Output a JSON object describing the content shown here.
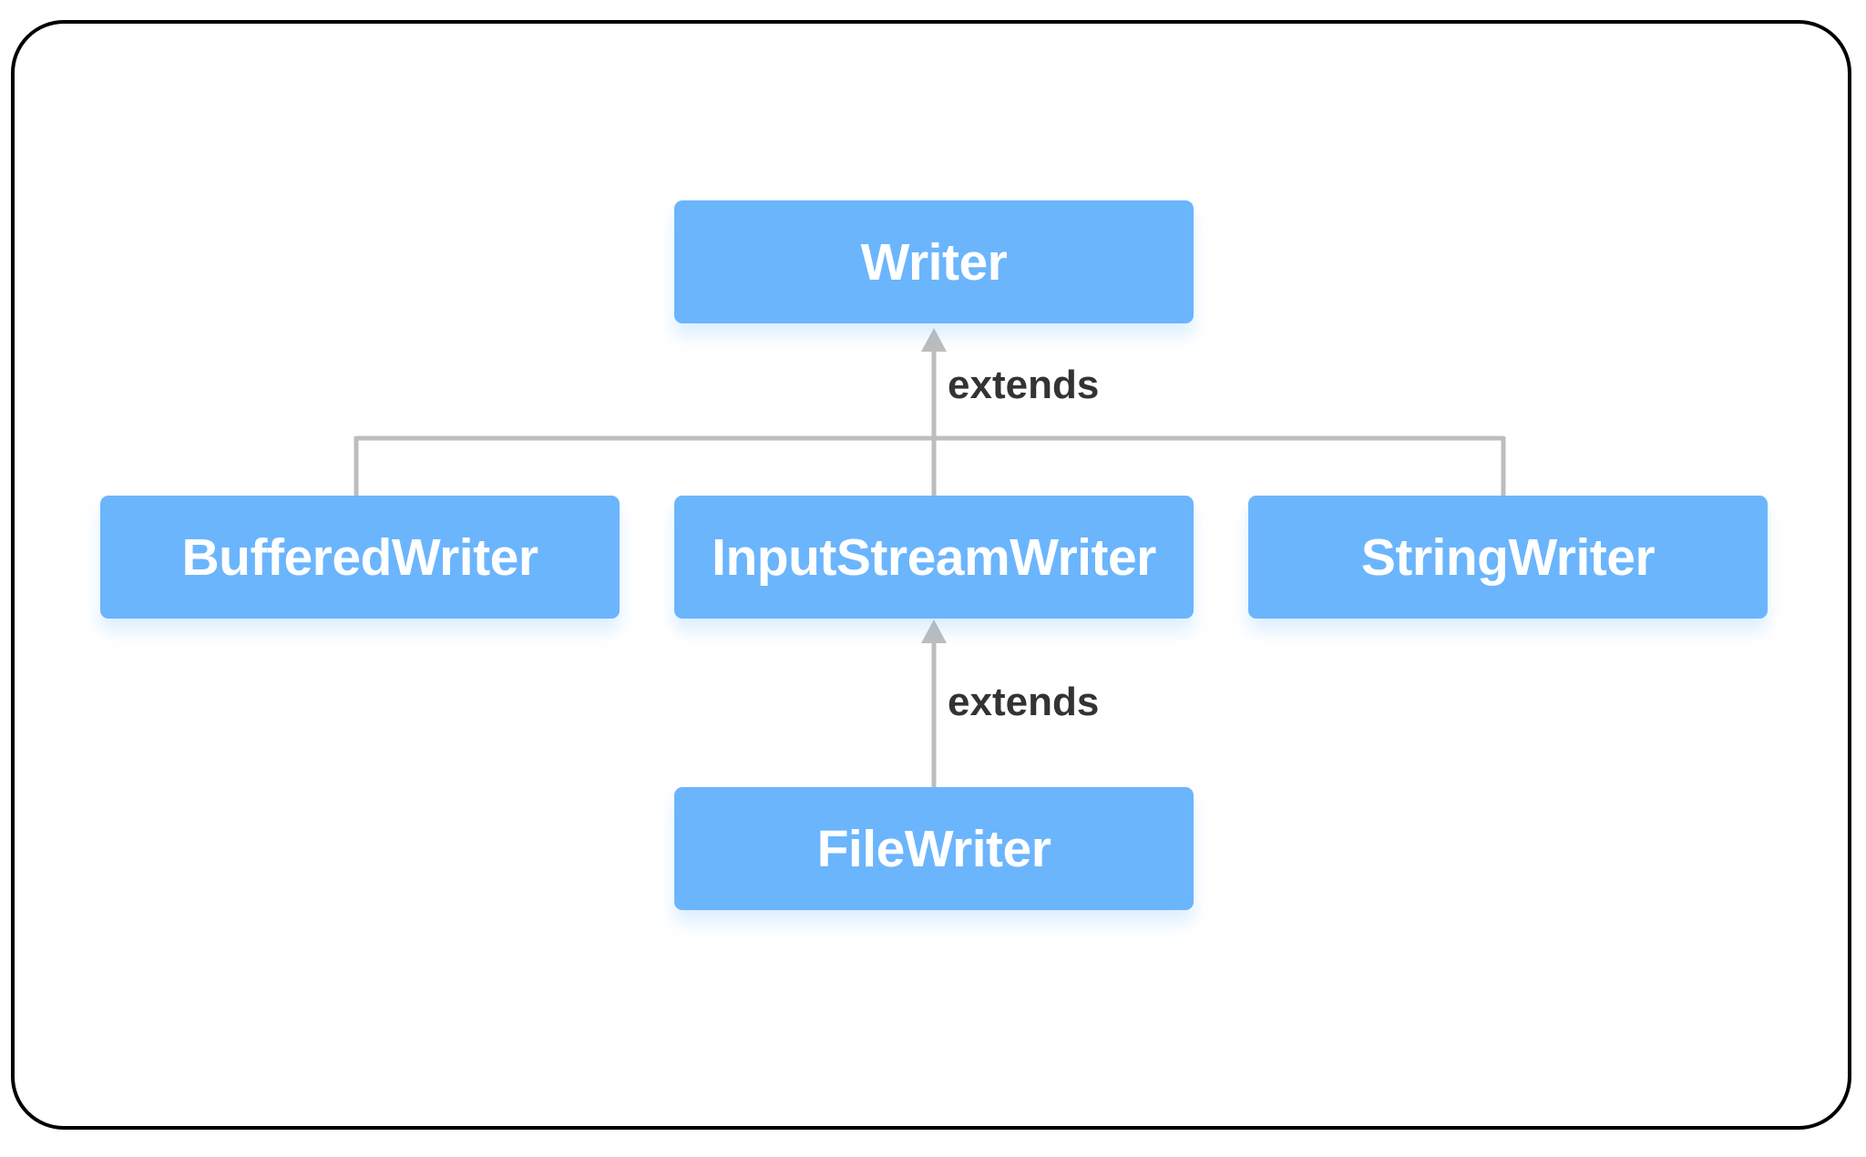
{
  "diagram": {
    "nodes": {
      "writer": "Writer",
      "buffered_writer": "BufferedWriter",
      "input_stream_writer": "InputStreamWriter",
      "string_writer": "StringWriter",
      "file_writer": "FileWriter"
    },
    "edge_labels": {
      "writer_children": "extends",
      "input_stream_writer_child": "extends"
    },
    "edges": [
      {
        "from": "BufferedWriter",
        "to": "Writer",
        "label": "extends"
      },
      {
        "from": "InputStreamWriter",
        "to": "Writer",
        "label": "extends"
      },
      {
        "from": "StringWriter",
        "to": "Writer",
        "label": "extends"
      },
      {
        "from": "FileWriter",
        "to": "InputStreamWriter",
        "label": "extends"
      }
    ],
    "colors": {
      "node_fill": "#6bb5fd",
      "node_text": "#ffffff",
      "connector": "#bdbdbd",
      "label_text": "#333333",
      "frame_border": "#000000"
    }
  }
}
